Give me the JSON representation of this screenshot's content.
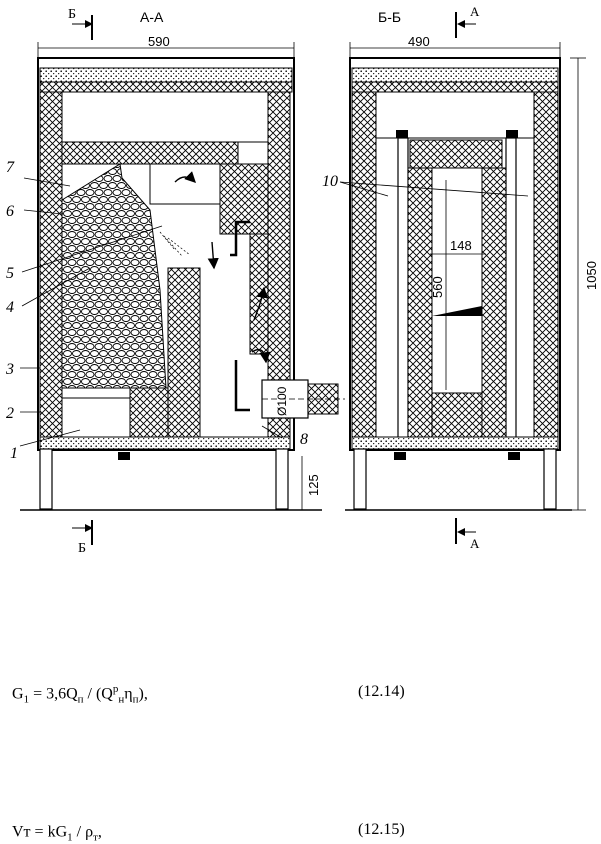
{
  "drawing": {
    "section_left": "А-А",
    "section_right": "Б-Б",
    "cut_letter_left": "Б",
    "cut_letter_right": "А",
    "width_left": "590",
    "width_right": "490",
    "height_total": "1050",
    "leg_height": "125",
    "pipe_diameter": "Ø100",
    "inner_width": "148",
    "inner_height": "560",
    "labels": [
      "1",
      "2",
      "3",
      "4",
      "5",
      "6",
      "7",
      "8",
      "10"
    ]
  },
  "formulas": [
    {
      "lhs": "G",
      "lhs_sub": "1",
      "rhs_a": " = 3,6Q",
      "rhs_a_sub": "п",
      "rhs_b": " / (Q",
      "rhs_b_sup": "р",
      "rhs_b_sub": "н",
      "rhs_c": "η",
      "rhs_c_sub": "п",
      "rhs_d": "),",
      "number": "(12.14)"
    },
    {
      "lhs": "Vт",
      "lhs_sub": "",
      "rhs_a": " = kG",
      "rhs_a_sub": "1",
      "rhs_b": " / ρ",
      "rhs_b_sup": "",
      "rhs_b_sub": "т",
      "rhs_c": "",
      "rhs_c_sub": "",
      "rhs_d": ",",
      "number": "(12.15)"
    }
  ]
}
